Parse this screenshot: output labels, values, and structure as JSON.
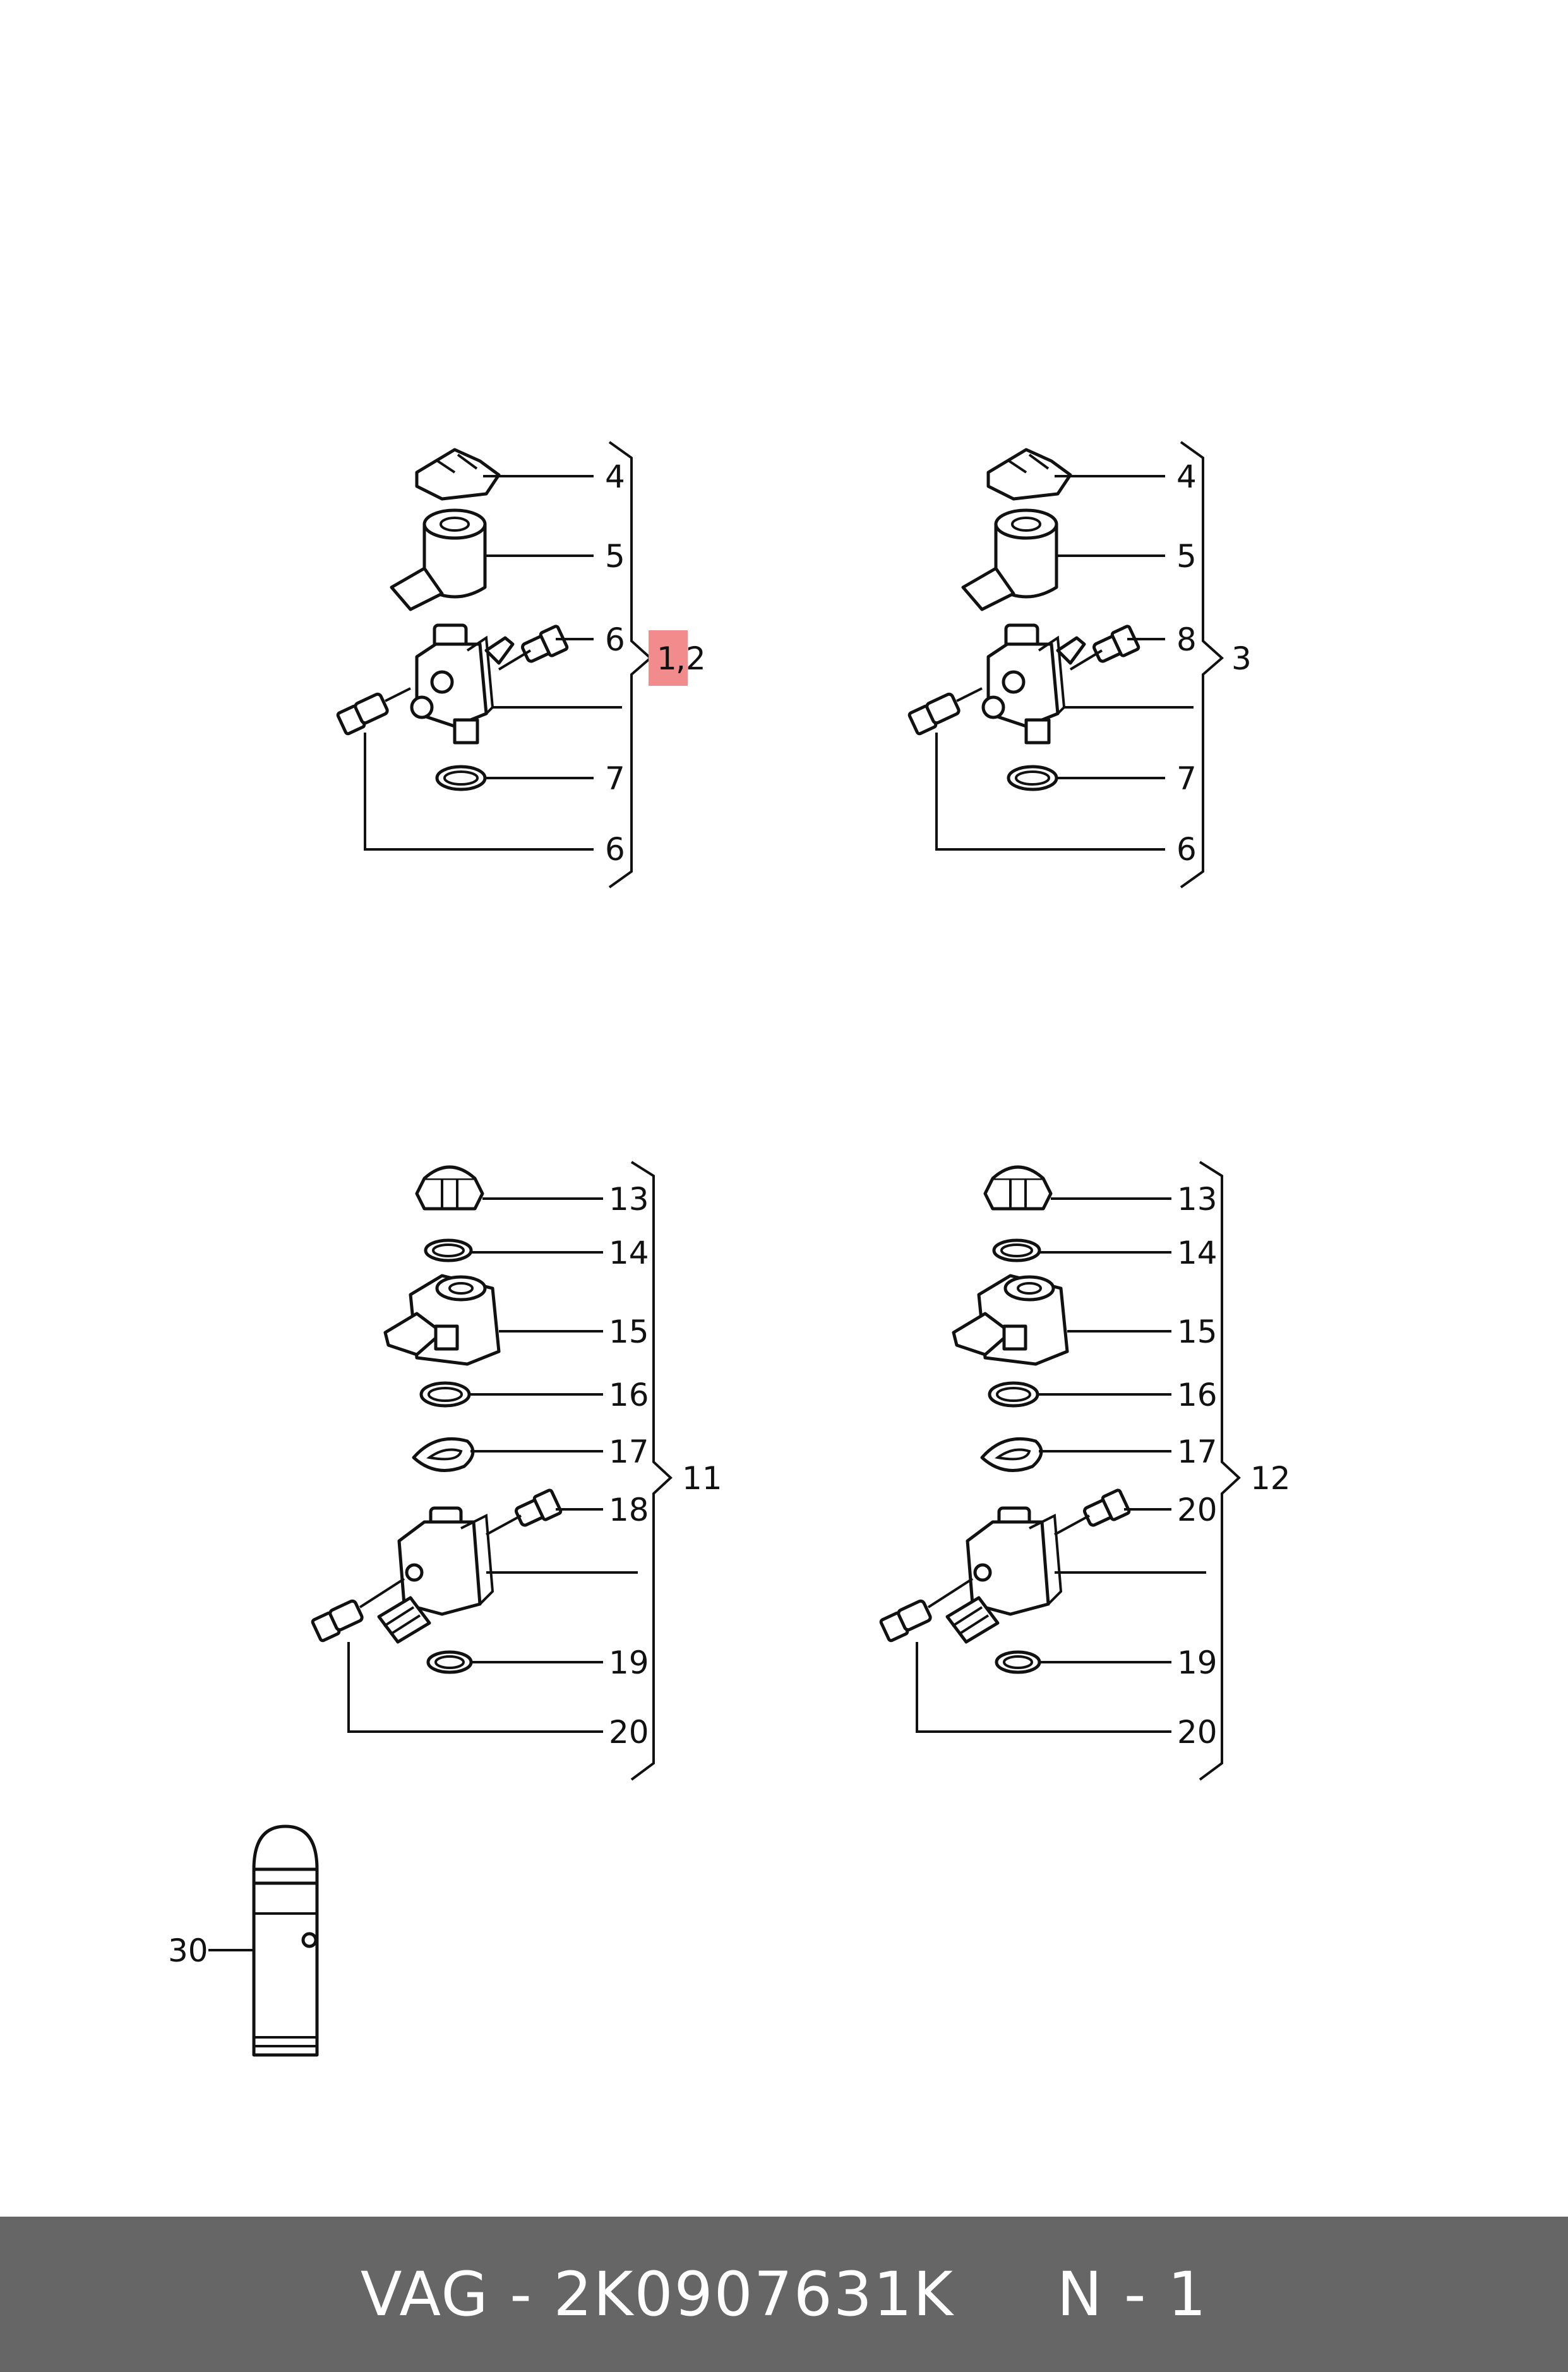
{
  "diagram": {
    "group1": {
      "callouts": [
        "4",
        "5",
        "6",
        "7",
        "6"
      ],
      "assembly_label_highlight": "1",
      "assembly_label_rest": ",2",
      "highlight_color": "#f28b8b"
    },
    "group2": {
      "callouts": [
        "4",
        "5",
        "8",
        "7",
        "6"
      ],
      "assembly_label": "3"
    },
    "group3": {
      "callouts": [
        "13",
        "14",
        "15",
        "16",
        "17",
        "18",
        "19",
        "20"
      ],
      "assembly_label": "11"
    },
    "group4": {
      "callouts": [
        "13",
        "14",
        "15",
        "16",
        "17",
        "20",
        "19",
        "20"
      ],
      "assembly_label": "12"
    },
    "single_part": {
      "callout": "30"
    }
  },
  "footer": {
    "text": "VAG - 2K0907631K     N - 1",
    "background": "#666666"
  }
}
